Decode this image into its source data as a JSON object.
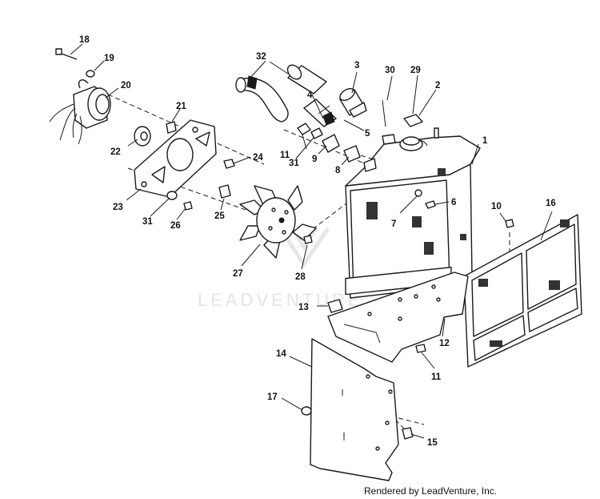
{
  "diagram": {
    "callouts": [
      "1",
      "2",
      "3",
      "4",
      "5",
      "6",
      "7",
      "8",
      "9",
      "10",
      "11",
      "11",
      "12",
      "13",
      "14",
      "15",
      "16",
      "17",
      "18",
      "19",
      "20",
      "21",
      "22",
      "23",
      "24",
      "25",
      "26",
      "27",
      "28",
      "29",
      "30",
      "31",
      "31",
      "32"
    ],
    "watermark": "LEADVENTURE",
    "footer": "Rendered by LeadVenture, Inc."
  }
}
